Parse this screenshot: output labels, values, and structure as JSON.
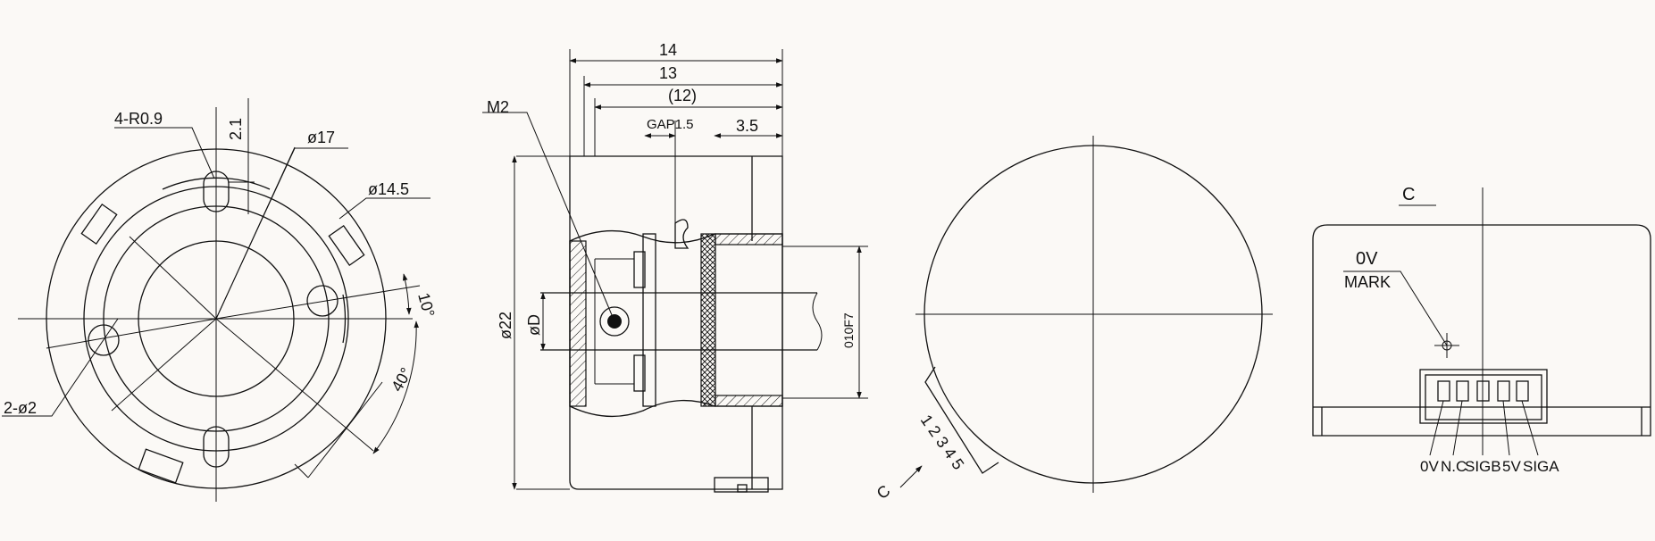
{
  "front_view": {
    "slot_radius_label": "4-R0.9",
    "slot_offset_label": "2.1",
    "outer_diameter_label": "ø17",
    "inner_diameter_label": "ø14.5",
    "hole_label": "2-ø2",
    "angle_small_label": "10°",
    "angle_large_label": "40°"
  },
  "side_view": {
    "thread_label": "M2",
    "length_total_label": "14",
    "length_13_label": "13",
    "length_12_label": "(12)",
    "gap_label": "GAP1.5",
    "dim_35_label": "3.5",
    "diameter_22_label": "ø22",
    "shaft_diameter_label": "øD",
    "bore_tolerance_label": "010F7"
  },
  "rear_view": {
    "pin_numbers_label": "1 2 3 4 5",
    "view_arrow_label": "C"
  },
  "connector_view": {
    "view_title": "C",
    "mark_line1": "0V",
    "mark_line2": "MARK",
    "pin_labels": [
      "0V",
      "N.C",
      "SIGB",
      "5V",
      "SIGA"
    ]
  },
  "colors": {
    "line": "#111111",
    "background": "#fbf9f6"
  }
}
